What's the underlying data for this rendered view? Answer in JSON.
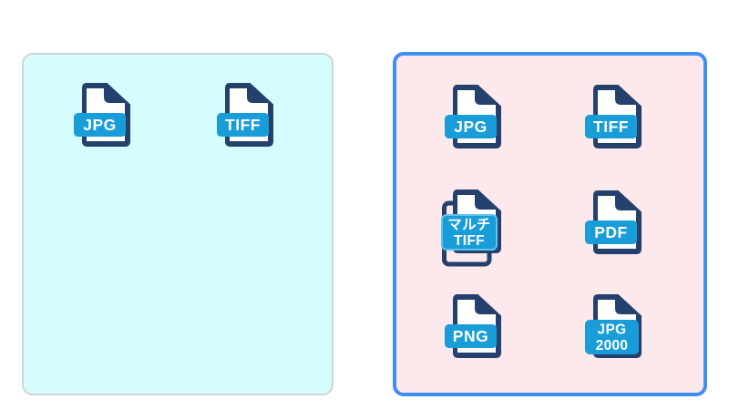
{
  "palette": {
    "page_outline_navy": "#24406d",
    "band_blue": "#189dd9",
    "band_light_border": "#5fc3ec",
    "band_text_white": "#ffffff",
    "page_fill_white": "#ffffff",
    "left_panel_bg": "#d6fdfe",
    "left_panel_border": "#d1d3d4",
    "right_panel_bg": "#fde9ec",
    "right_panel_border": "#3f8ef2",
    "canvas_bg": "#ffffff"
  },
  "left_panel": {
    "items": [
      {
        "label": "JPG"
      },
      {
        "label": "TIFF"
      }
    ]
  },
  "right_panel": {
    "items": [
      {
        "label": "JPG"
      },
      {
        "label": "TIFF"
      },
      {
        "label": "マルチTIFF",
        "multi_page": true,
        "lines": [
          "マルチ",
          "TIFF"
        ]
      },
      {
        "label": "PDF"
      },
      {
        "label": "PNG"
      },
      {
        "label": "JPG2000",
        "lines": [
          "JPG",
          "2000"
        ]
      }
    ]
  }
}
